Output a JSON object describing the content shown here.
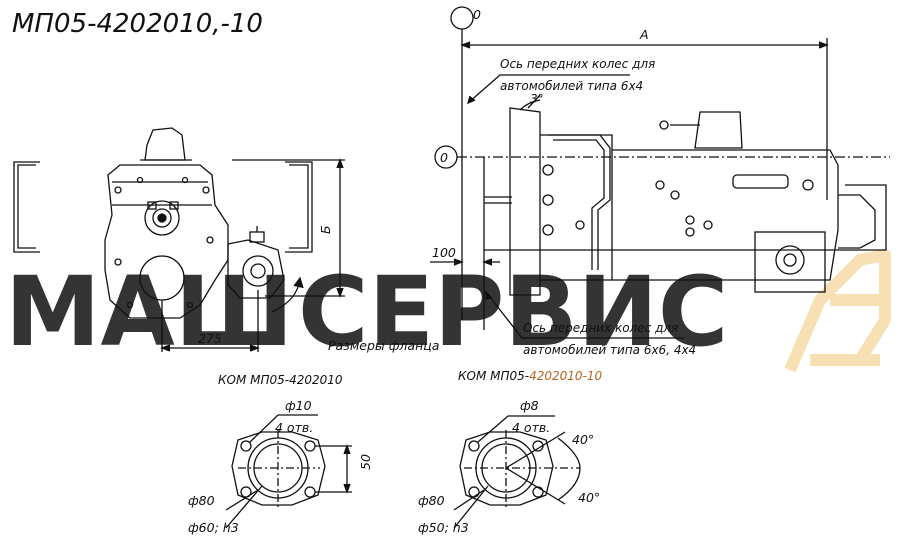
{
  "title": "МП05-4202010,-10",
  "watermark": {
    "text_left": "МАШ",
    "text_right": "СЕРВИС",
    "color_left": "#f4c47a",
    "color_right": "#d9d9d9",
    "color_icon": "#f6dca8"
  },
  "side_view": {
    "dim_b": "Б",
    "dim_275": "275"
  },
  "front_view": {
    "zero_top": "0",
    "zero_left": "0",
    "dim_a": "A",
    "front_axle_6x4_line1": "Ось передних колес для",
    "front_axle_6x4_line2": "автомобилей типа 6х4",
    "angle_3": "3°",
    "dim_100": "100",
    "front_axle_6x6_line1": "Ось передних колес для",
    "front_axle_6x6_line2": "автомобилей типа 6х6, 4х4"
  },
  "flange_caption": "Размеры фланца",
  "flange_left": {
    "title": "КОМ МП05-4202010",
    "d_holes": "ф10",
    "holes": "4 отв.",
    "d_outer": "ф80",
    "d_pilot": "ф60; h3",
    "dim_50": "50"
  },
  "flange_right": {
    "title_prefix": "КОМ МП05-",
    "title_suffix": "4202010-10",
    "d_holes": "ф8",
    "holes": "4 отв.",
    "d_outer": "ф80",
    "d_pilot": "ф50; h3",
    "angle_top": "40°",
    "angle_bottom": "40°"
  }
}
